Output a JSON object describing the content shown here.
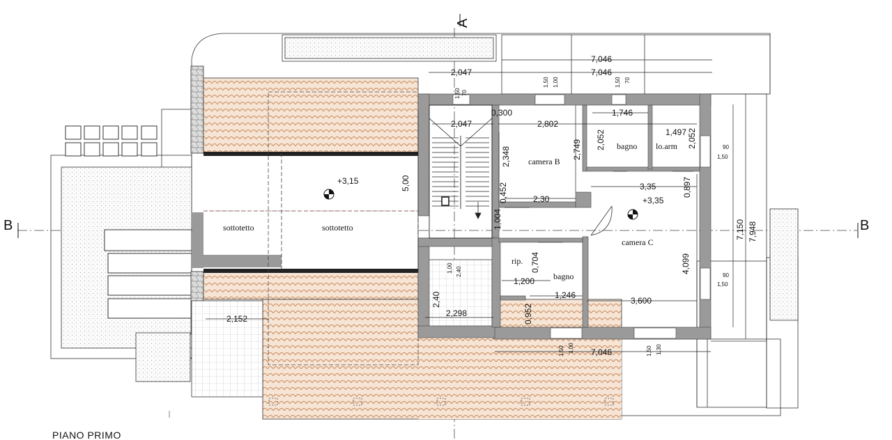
{
  "drawing": {
    "title": "PIANO PRIMO",
    "section_marks": {
      "left": "B",
      "right": "B",
      "top": "A"
    }
  },
  "rooms": {
    "sottotetto_left": "sottotetto",
    "sottotetto_right": "sottotetto",
    "camera_b": "camera B",
    "bagno_upper": "bagno",
    "lo_arm": "lo.arm",
    "camera_c": "camera C",
    "rip": "rip.",
    "bagno_lower": "bagno"
  },
  "levels": {
    "attic": "+3,15",
    "floor": "+3,35"
  },
  "dimensions": {
    "d7046_a": "7,046",
    "d7046_b": "7,046",
    "d7046_c": "7,046",
    "d2047_a": "2,047",
    "d2047_b": "2,047",
    "d0300": "0,300",
    "d2802": "2,802",
    "d1746": "1,746",
    "d1497": "1,497",
    "d2052_a": "2,052",
    "d2052_b": "2,052",
    "d2348": "2,348",
    "d2749": "2,749",
    "d335": "3,35",
    "d0897": "0,897",
    "d500": "5,00",
    "d0452": "0,452",
    "d230": "2,30",
    "d1004": "1,004",
    "d7150": "7,150",
    "d7948": "7,948",
    "d0704": "0,704",
    "d1200": "1,200",
    "d1246": "1,246",
    "d4099": "4,099",
    "d3600": "3,600",
    "d240": "2,40",
    "d2298": "2,298",
    "d0952": "0,952",
    "d2152": "2,152",
    "w150_a": "1,50",
    "w100_a": "1,00",
    "w150_b": "1,50",
    "w70_a": "70",
    "w150_c": "1,50",
    "w70_b": "70",
    "w90_a": "90",
    "w150_d": "1,50",
    "w90_b": "90",
    "w150_e": "1,50",
    "w100_b": "1,00",
    "w240": "2,40",
    "w150_f": "1,50",
    "w100_c": "1,00",
    "w150_g": "1,50",
    "w130": "1,30"
  }
}
